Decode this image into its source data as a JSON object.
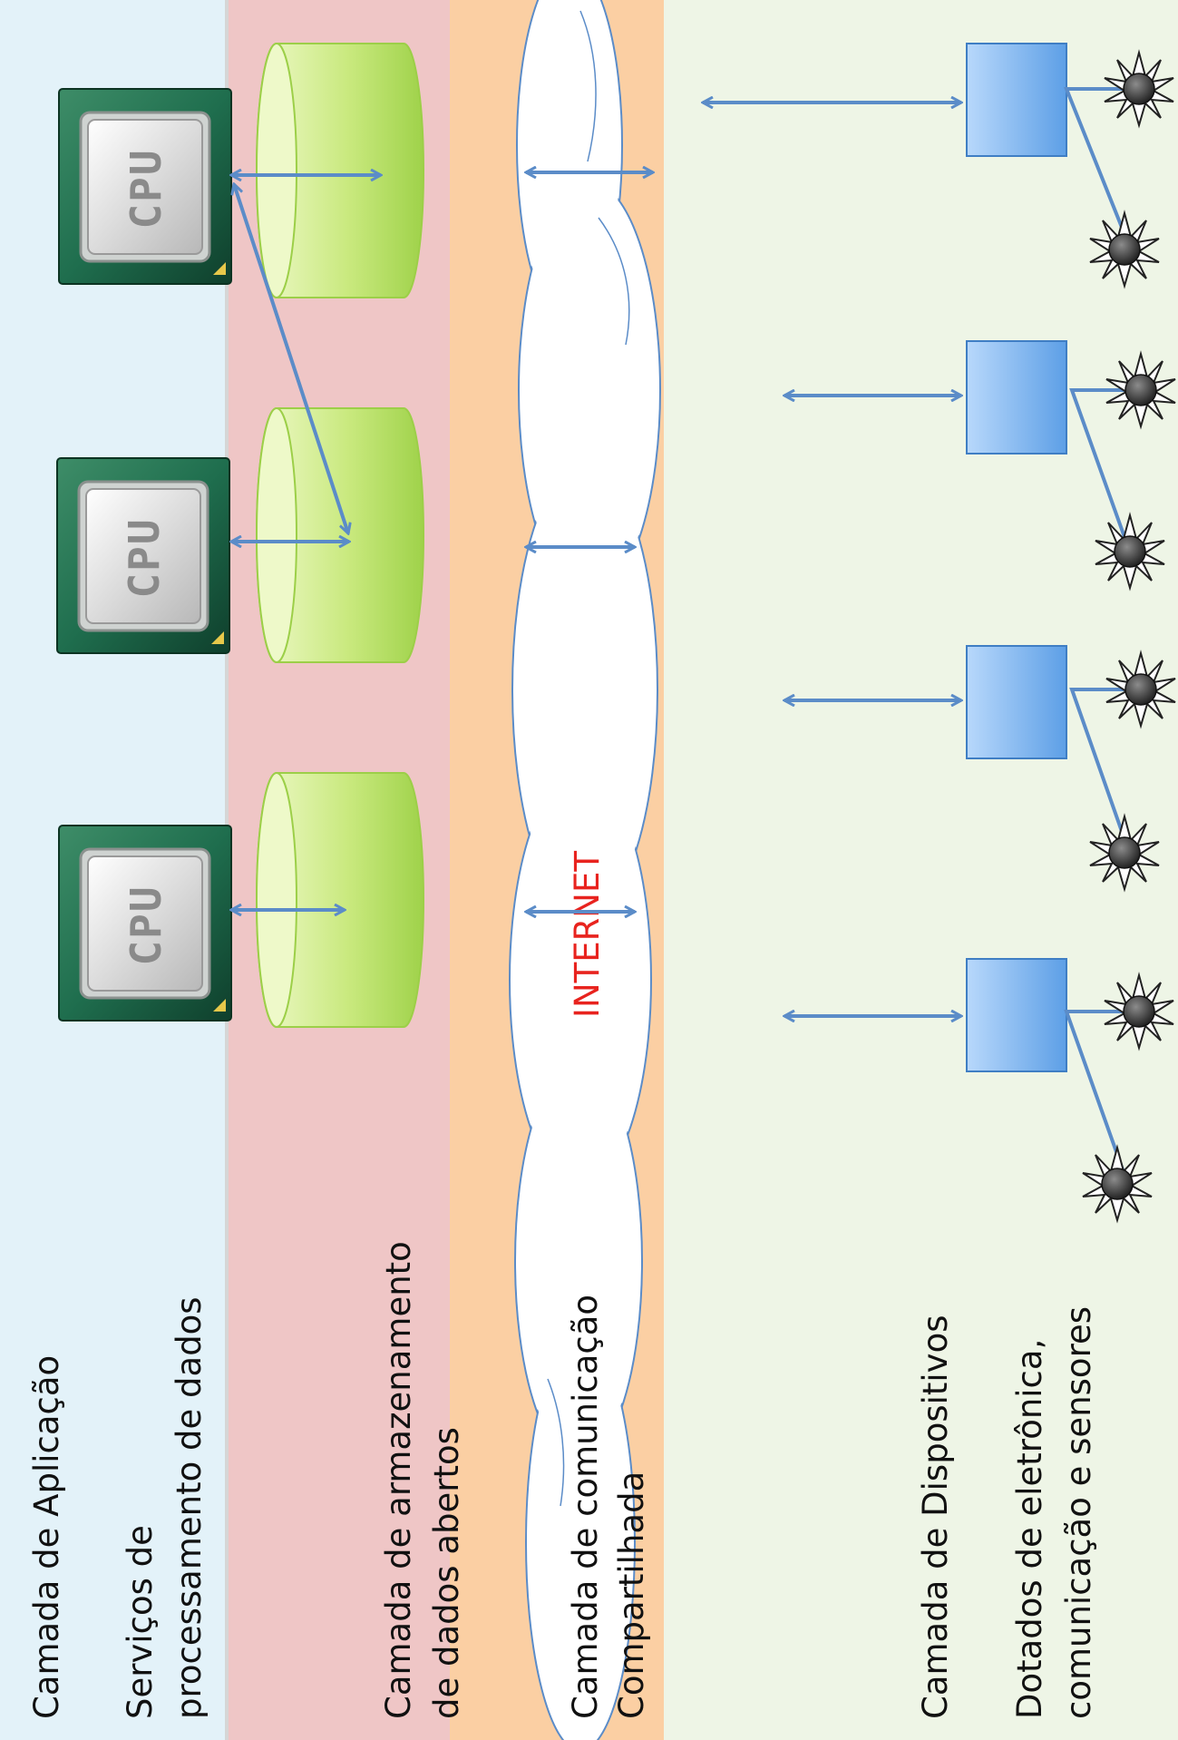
{
  "layers": {
    "application": {
      "title": "Camada de Aplicação",
      "subtitle_line1": "Serviços de",
      "subtitle_line2": "processamento de dados"
    },
    "storage": {
      "line1": "Camada de armazenamento",
      "line2": "de dados abertos"
    },
    "communication": {
      "line1": "Camada de comunicação",
      "line2": "Compartilhada"
    },
    "devices": {
      "title": "Camada de Dispositivos",
      "subtitle_line1": "Dotados de eletrônica,",
      "subtitle_line2": "comunicação e sensores"
    }
  },
  "cloud": {
    "label": "INTERNET"
  },
  "cpu": {
    "label": "CPU"
  },
  "colors": {
    "application_band": "#e3f2f9",
    "storage_band": "#efc6c6",
    "communication_band": "#fbcfa3",
    "devices_band": "#eef5e6",
    "arrow": "#5b8cc8",
    "internet_text": "#e8231e",
    "cylinder": "#c6e87a",
    "device_box": "#7fb3ee"
  },
  "icons": [
    "cpu-chip-icon",
    "database-cylinder-icon",
    "cloud-icon",
    "device-box-icon",
    "sensor-starburst-icon"
  ]
}
